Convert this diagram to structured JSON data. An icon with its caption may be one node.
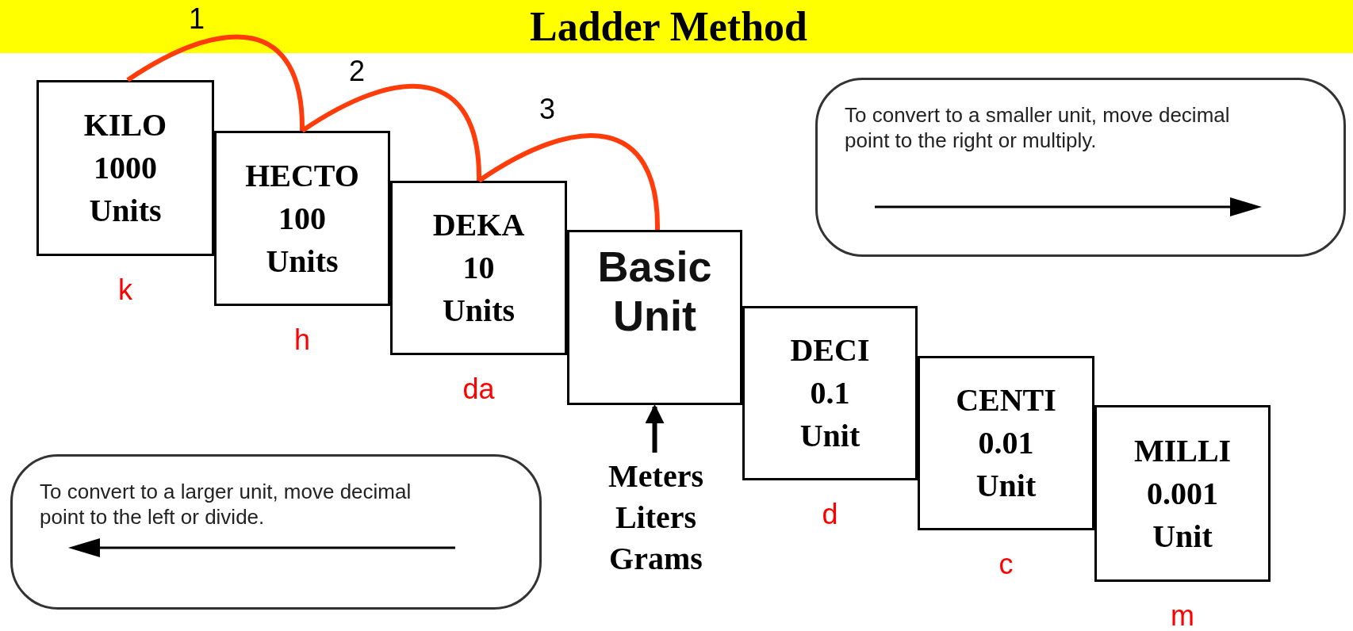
{
  "diagram": {
    "title": "Ladder Method",
    "nodes": [
      {
        "text": [
          "KILO",
          "1000",
          "Units"
        ],
        "beside": [
          "k"
        ]
      },
      {
        "text": [
          "HECTO",
          "100",
          "Units"
        ],
        "beside": [
          "h"
        ]
      },
      {
        "text": [
          "DEKA",
          "10",
          "Units"
        ],
        "beside": [
          "da"
        ]
      },
      {
        "text": [
          "Basic Unit"
        ]
      },
      {
        "text": [
          "DECI",
          "0.1",
          "Unit"
        ],
        "beside": [
          "d"
        ]
      },
      {
        "text": [
          "CENTI",
          "0.01",
          "Unit"
        ],
        "beside": [
          "c"
        ]
      },
      {
        "text": [
          "MILLI",
          "0.001",
          "Unit"
        ],
        "beside": [
          "m"
        ]
      },
      {
        "text": [
          "Meters",
          "Liters",
          "Grams"
        ]
      },
      {
        "text": [
          "To convert to a smaller unit, move decimal  point to the right or multiply."
        ]
      },
      {
        "text": [
          "To convert to a larger unit, move decimal  point to the left or divide."
        ]
      }
    ],
    "edges": [
      {
        "from": 0,
        "to": 1,
        "arrow": "none",
        "label": "1"
      },
      {
        "from": 1,
        "to": 2,
        "arrow": "none",
        "label": "2"
      },
      {
        "from": 2,
        "to": 3,
        "arrow": "none",
        "label": "3"
      },
      {
        "from": 7,
        "to": 3,
        "arrow": "to",
        "color": "#000000"
      }
    ]
  }
}
